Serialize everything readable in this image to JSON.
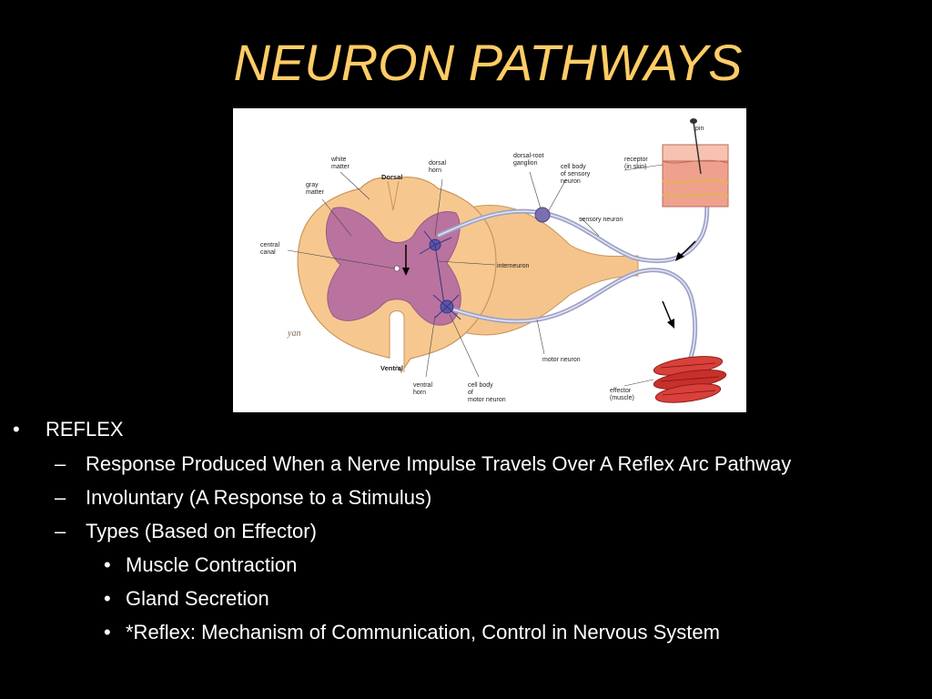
{
  "slide": {
    "title": "NEURON PATHWAYS",
    "title_color": "#FFCC66",
    "background": "#000000"
  },
  "diagram": {
    "labels": {
      "white_matter": [
        "white",
        "matter"
      ],
      "gray_matter": [
        "gray",
        "matter"
      ],
      "dorsal": "Dorsal",
      "dorsal_horn": [
        "dorsal",
        "horn"
      ],
      "dorsal_root_ganglion": [
        "dorsal-root",
        "ganglion"
      ],
      "cell_body_sensory": [
        "cell body",
        "of sensory",
        "neuron"
      ],
      "receptor": [
        "receptor",
        "(in skin)"
      ],
      "pin": "pin",
      "sensory_neuron": "sensory neuron",
      "central_canal": [
        "central",
        "canal"
      ],
      "interneuron": "interneuron",
      "motor_neuron": "motor neuron",
      "ventral": "Ventral",
      "ventral_horn": [
        "ventral",
        "horn"
      ],
      "cell_body_motor": [
        "cell body",
        "of",
        "motor neuron"
      ],
      "effector": [
        "effector",
        "(muscle)"
      ],
      "signature": "yan"
    }
  },
  "bullets": {
    "level1_marker": "•",
    "level2_marker": "–",
    "level3_marker": "•",
    "reflex": "REFLEX",
    "response": "Response Produced When a Nerve Impulse Travels Over A Reflex Arc Pathway",
    "involuntary": "Involuntary (A Response to a Stimulus)",
    "types": "Types (Based on Effector)",
    "muscle": "Muscle Contraction",
    "gland": "Gland Secretion",
    "mechanism": "*Reflex: Mechanism of Communication, Control in  Nervous System"
  }
}
